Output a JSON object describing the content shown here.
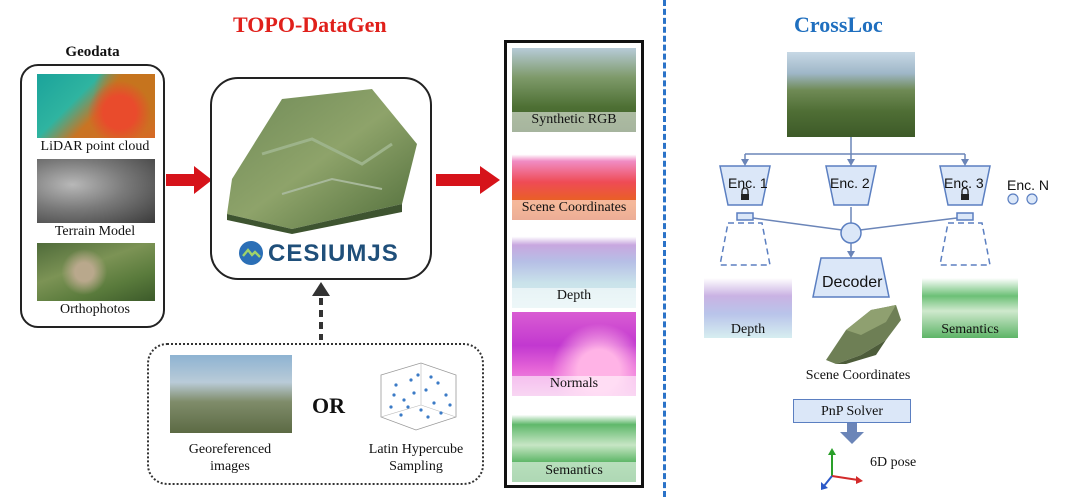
{
  "left": {
    "title": "TOPO-DataGen",
    "geodata": {
      "heading": "Geodata",
      "items": [
        "LiDAR point cloud",
        "Terrain Model",
        "Orthophotos"
      ]
    },
    "engine": {
      "logo_text": "CESIUMJS"
    },
    "sampling": {
      "left_caption": "Georeferenced\nimages",
      "or_label": "OR",
      "right_caption_html": "Latin Hypercube Sampling"
    },
    "outputs": [
      "Synthetic RGB",
      "Scene Coordinates",
      "Depth",
      "Normals",
      "Semantics"
    ]
  },
  "right": {
    "title": "CrossLoc",
    "encoders": [
      "Enc. 1",
      "Enc. 2",
      "Enc. 3"
    ],
    "enc_n": "Enc. N",
    "decoder": "Decoder",
    "depth_label": "Depth",
    "semantics_label": "Semantics",
    "scene_coords_label": "Scene Coordinates",
    "pnp": "PnP Solver",
    "pose": "6D pose"
  },
  "colors": {
    "red_title": "#e0201b",
    "blue_title": "#1f6fbf",
    "arrow_red": "#d6131a",
    "box_blue_fill": "#dbe7f8",
    "box_blue_stroke": "#5b7fc1"
  }
}
